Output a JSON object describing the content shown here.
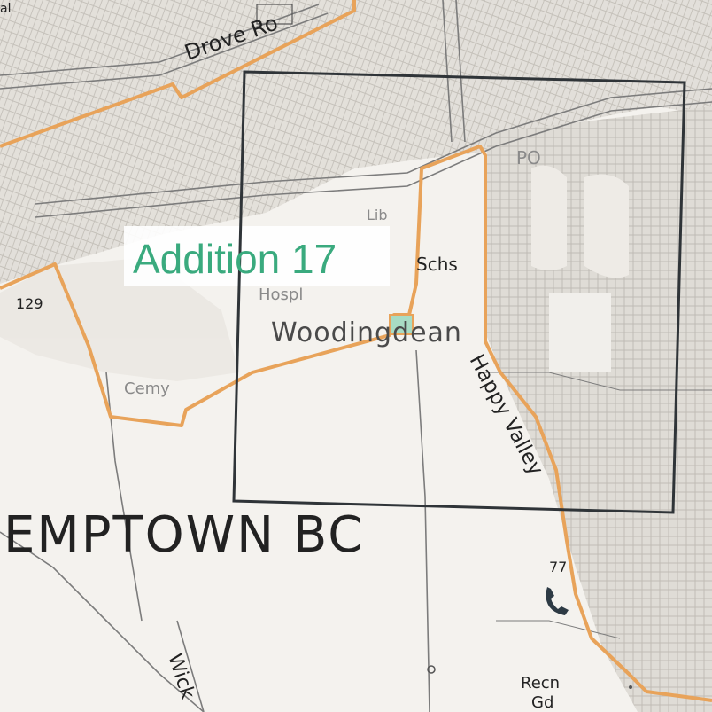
{
  "map": {
    "labels": {
      "drove_road": "Drove Ro",
      "po": "PO",
      "lib": "Lib",
      "schs": "Schs",
      "hospl": "Hospl",
      "woodingdean": "Woodingdean",
      "happy_valley": "Happy Valley",
      "cemy": "Cemy",
      "kemptown": "EMPTOWN BC",
      "spot_129": "129",
      "spot_77": "77",
      "wick": "Wick",
      "recn": "Recn",
      "gd": "Gd",
      "edge_a": "al"
    },
    "annotation": {
      "text": "Addition 17",
      "color": "#3aaa7e"
    },
    "colors": {
      "boundary": "#e8a35a",
      "survey_box": "#2f3438",
      "highlight": "#a8dcc4",
      "paper": "#f4f2ee",
      "housing": "#c9c6c0"
    },
    "icons": [
      "telephone-icon"
    ]
  }
}
